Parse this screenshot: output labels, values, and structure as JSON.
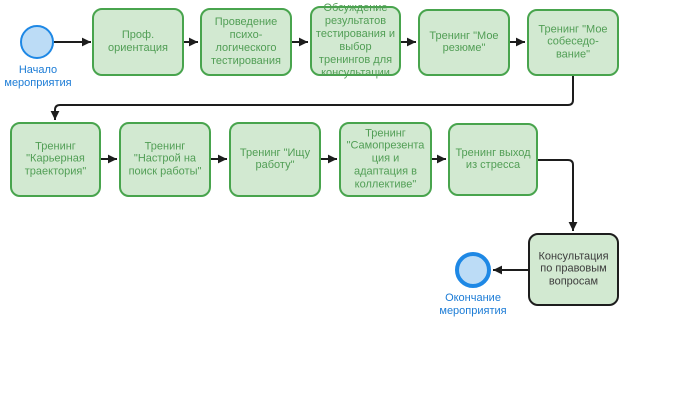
{
  "diagram": {
    "start_event": {
      "label": "Начало\nмероприятия"
    },
    "end_event": {
      "label": "Окончание\nмероприятия"
    },
    "nodes": [
      {
        "id": "prof-orientation",
        "label": "Проф.\nориентация"
      },
      {
        "id": "psych-testing",
        "label": "Проведение\nпсихо-\nлогического\nтестирования"
      },
      {
        "id": "results-discussion",
        "label": "Обсуждение\nрезультатов\nтестирования и\nвыбор\nтренингов для\nконсультации"
      },
      {
        "id": "training-resume",
        "label": "Тренинг \"Мое\nрезюме\""
      },
      {
        "id": "training-interview",
        "label": "Тренинг \"Мое\nсобеседо-\nвание\""
      },
      {
        "id": "training-career",
        "label": "Тренинг\n\"Карьерная\nтраектория\""
      },
      {
        "id": "training-mindset",
        "label": "Тренинг\n\"Настрой на\nпоиск работы\""
      },
      {
        "id": "training-job-search",
        "label": "Тренинг \"Ищу\nработу\""
      },
      {
        "id": "training-presentation",
        "label": "Тренинг\n\"Самопрезента\nция и\nадаптация в\nколлективе\""
      },
      {
        "id": "training-stress",
        "label": "Тренинг выход\nиз стресса"
      },
      {
        "id": "legal-consultation",
        "label": "Консультация\nпо правовым\nвопросам"
      }
    ],
    "colors": {
      "process_fill": "#d2e9d1",
      "process_stroke": "#48a44d",
      "process_text": "#519e55",
      "final_stroke": "#1d1d1d",
      "final_text": "#3c3c3c",
      "event_fill": "#bcdcf6",
      "event_stroke": "#1e88e5",
      "event_label_text": "#1c7cd6",
      "connector": "#1d1d1d",
      "background": "#ffffff"
    }
  }
}
